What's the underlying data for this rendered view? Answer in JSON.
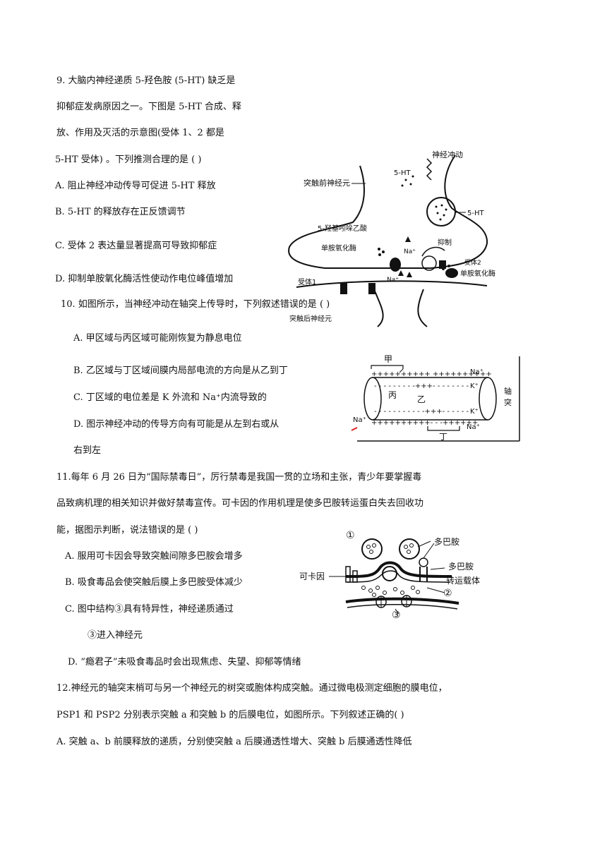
{
  "q9": {
    "line1": "9. 大脑内神经递质 5-羟色胺 (5-HT) 缺乏是",
    "line2": "抑郁症发病原因之一。下图是 5-HT 合成、释",
    "line3": "放、作用及灭活的示意图(受体 1、2 都是",
    "line4": "5-HT 受体) 。下列推测合理的是 (  )",
    "optA": "A. 阻止神经冲动传导可促进 5-HT 释放",
    "optB": "B.  5-HT 的释放存在正反馈调节",
    "optC": "C.  受体 2 表达量显著提高可导致抑郁症",
    "optD": "D. 抑制单胺氧化酶活性使动作电位峰值增加",
    "figure": {
      "impulse": "神经冲动",
      "presynaptic": "突触前神经元",
      "ht_top": "5-HT",
      "ht_right": "5-HT",
      "hiaa": "5-羟基吲哚乙酸",
      "mao_left": "单胺氧化酶",
      "inhibit": "抑制",
      "na1": "Na⁺",
      "na2": "Na⁺",
      "receptor2": "受体2",
      "mao_right": "单胺氧化酶",
      "receptor1": "受体1",
      "postsynaptic": "突触后神经元"
    }
  },
  "q10": {
    "stem": "10.  如图所示，当神经冲动在轴突上传导时，下列叙述错误的是 (    )",
    "optA": "A.  甲区域与丙区域可能刚恢复为静息电位",
    "optB": "B.  乙区域与丁区域间膜内局部电流的方向是从乙到丁",
    "optC": "C.  丁区域的电位差是 K 外流和 Na⁺内流导致的",
    "optD": "D.  图示神经冲动的传导方向有可能是从左到右或从",
    "optD2": "右到左",
    "figure": {
      "jia": "甲",
      "bing": "丙",
      "yi": "乙",
      "ding": "丁",
      "axon": "轴突",
      "na_top": "Na⁺",
      "k1": "K⁺",
      "k2": "K⁺",
      "na_left": "Na⁺",
      "na_right": "Na⁺",
      "top_signs": "++++++++++ ++++++++++",
      "top_inner": "- - - - - - - - -+++- - - - - - - -",
      "bottom_inner": "- - - - - - - - - - -+++- - - - - -",
      "bottom_signs": "++++++++++- - -++++++"
    }
  },
  "q11": {
    "line1": "11.每年  6  月  26 日为“国际禁毒日”，厉行禁毒是我国一贯的立场和主张，青少年要掌握毒",
    "line2": "品致病机理的相关知识并做好禁毒宣传。可卡因的作用机理是使多巴胺转运蛋白失去回收功",
    "line3": "能，据图示判断，说法错误的是 ( )",
    "optA": "A.  服用可卡因会导致突触间隙多巴胺会增多",
    "optB": "B.  吸食毒品会使突触后膜上多巴胺受体减少",
    "optC": "C.  图中结构③具有特异性，神经递质通过",
    "optC2": "③进入神经元",
    "optD": "D.  “瘾君子”未吸食毒品时会出现焦虑、失望、抑郁等情绪",
    "figure": {
      "n1": "①",
      "n2": "②",
      "n3": "③",
      "dopamine": "多巴胺",
      "cocaine": "可卡因",
      "transporter1": "多巴胺",
      "transporter2": "转运载体"
    }
  },
  "q12": {
    "line1": "12.神经元的轴突末梢可与另一个神经元的树突或胞体构成突触。通过微电极测定细胞的膜电位，",
    "line2": "PSP1 和 PSP2 分别表示突触 a 和突触 b 的后膜电位，如图所示。下列叙述正确的(    )",
    "optA": "A.  突触 a、b 前膜释放的递质，分别使突触 a 后膜通透性增大、突触 b 后膜通透性降低"
  }
}
